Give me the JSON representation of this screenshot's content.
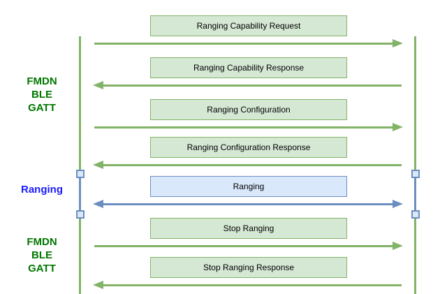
{
  "diagram": {
    "type": "sequence-flow",
    "colors": {
      "green_fill": "#d5e8d4",
      "green_stroke": "#82b366",
      "blue_fill": "#dae8fc",
      "blue_stroke": "#6c8ebf",
      "phase_label_green": "#007700",
      "phase_label_blue": "#1a1aff",
      "message_text": "#000000"
    },
    "phases": {
      "fmdn_top": {
        "line1": "FMDN",
        "line2": "BLE",
        "line3": "GATT"
      },
      "ranging": {
        "label": "Ranging"
      },
      "fmdn_bottom": {
        "line1": "FMDN",
        "line2": "BLE",
        "line3": "GATT"
      }
    },
    "messages": [
      {
        "label": "Ranging Capability Request",
        "direction": "right",
        "theme": "green"
      },
      {
        "label": "Ranging Capability Response",
        "direction": "left",
        "theme": "green"
      },
      {
        "label": "Ranging Configuration",
        "direction": "right",
        "theme": "green"
      },
      {
        "label": "Ranging Configuration Response",
        "direction": "left",
        "theme": "green"
      },
      {
        "label": "Ranging",
        "direction": "both",
        "theme": "blue"
      },
      {
        "label": "Stop Ranging",
        "direction": "right",
        "theme": "green"
      },
      {
        "label": "Stop Ranging Response",
        "direction": "left",
        "theme": "green"
      }
    ]
  }
}
